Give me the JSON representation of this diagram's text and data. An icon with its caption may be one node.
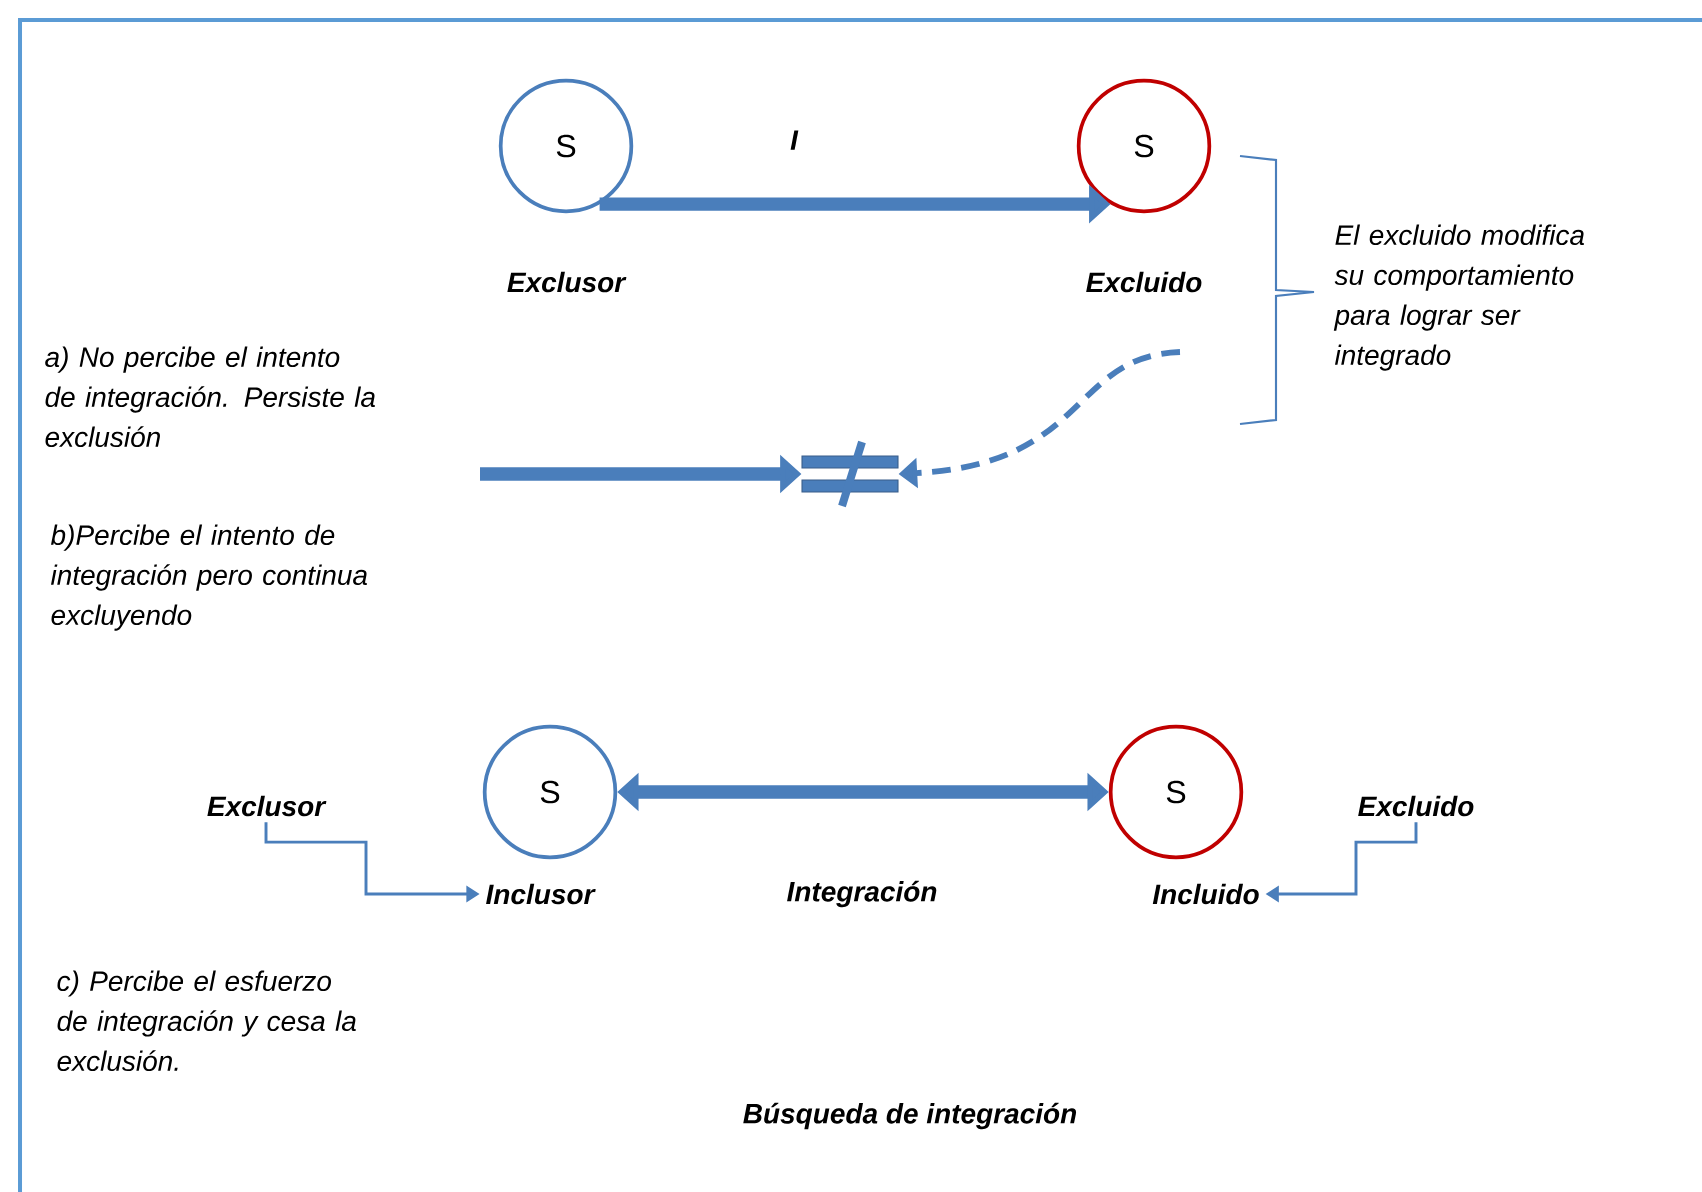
{
  "diagram": {
    "caption": "Búsqueda de integración",
    "nodes": [
      {
        "text": [
          "S"
        ],
        "beside": [
          "Exclusor"
        ]
      },
      {
        "text": [
          "S"
        ],
        "beside": [
          "Excluido"
        ]
      },
      {
        "text": [],
        "shape": "sign"
      },
      {
        "text": [
          "Exclusor"
        ]
      },
      {
        "text": [
          "S"
        ]
      },
      {
        "text": [
          "Inclusor"
        ]
      },
      {
        "text": [
          "S"
        ]
      },
      {
        "text": [
          "Incluido"
        ]
      },
      {
        "text": [
          "Excluido"
        ]
      }
    ],
    "edges": [
      {
        "from": 0,
        "to": 1,
        "arrow": "to",
        "label": "I",
        "style": "thick"
      },
      {
        "from": null,
        "to": 2,
        "arrow": "to",
        "style": "thick"
      },
      {
        "from": null,
        "to": 2,
        "arrow": "to",
        "style": "dashed"
      },
      {
        "from": 4,
        "to": 6,
        "arrow": "both",
        "label": "Integración",
        "style": "thick"
      },
      {
        "from": 3,
        "to": 5,
        "arrow": "to"
      },
      {
        "from": 8,
        "to": 7,
        "arrow": "to"
      }
    ],
    "labels": [
      "a) No percibe el intento de integración. Persiste la exclusión",
      "b)Percibe el intento de integración pero continua excluyendo",
      "El excluido modifica su comportamiento para lograr ser integrado",
      "c) Percibe el esfuerzo de integración y cesa la exclusión."
    ]
  }
}
